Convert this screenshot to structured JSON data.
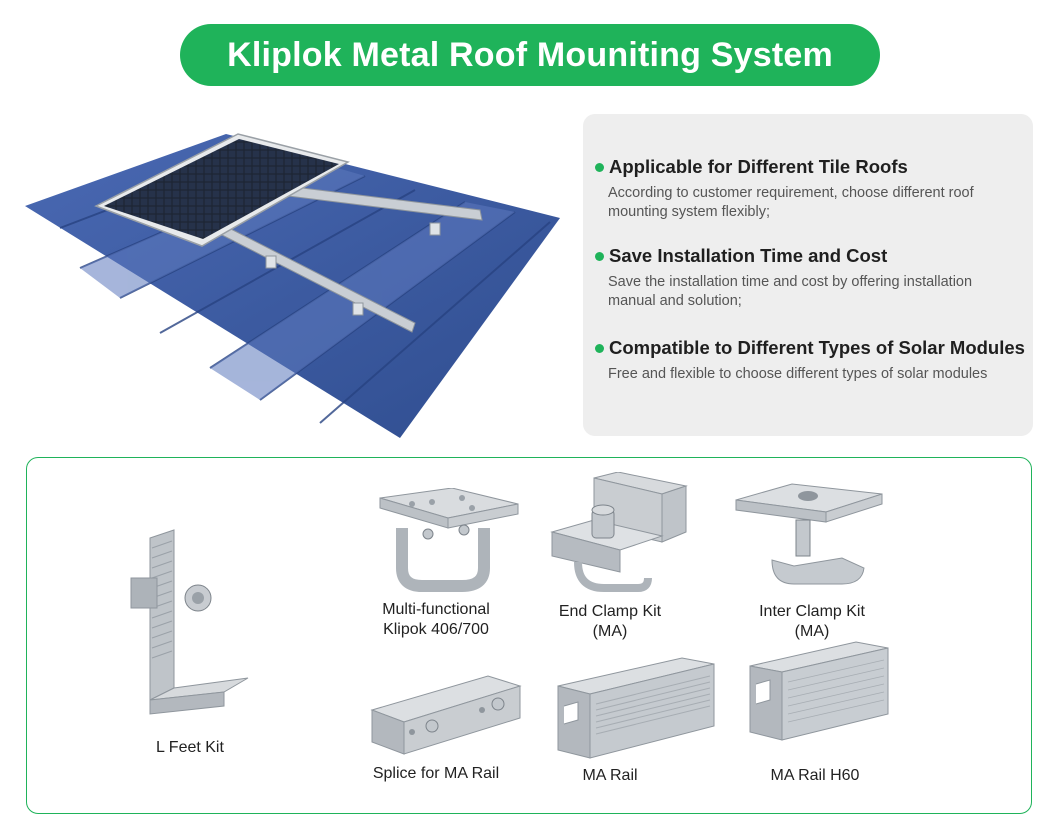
{
  "header": {
    "title": "Kliplok Metal Roof Mouniting System"
  },
  "colors": {
    "brand_green": "#1fb35a",
    "roof_blue": "#3a58a0",
    "panel_black": "#1c2430",
    "aluminum": "#d3d6da"
  },
  "features": [
    {
      "title": "Applicable for Different Tile Roofs",
      "desc": "According to customer requirement, choose different roof mounting system flexibly;"
    },
    {
      "title": "Save Installation Time and Cost",
      "desc": "Save the installation time and cost by offering installation manual and solution;"
    },
    {
      "title": "Compatible to Different Types of Solar Modules",
      "desc": "Free and flexible to choose different types of solar modules"
    }
  ],
  "parts": {
    "l_feet": "L Feet Kit",
    "multi_line1": "Multi-functional",
    "multi_line2": "Klipok 406/700",
    "end_clamp_line1": "End Clamp Kit",
    "end_clamp_line2": "(MA)",
    "inter_clamp_line1": "Inter Clamp Kit",
    "inter_clamp_line2": "(MA)",
    "splice": "Splice for MA Rail",
    "ma_rail": "MA Rail",
    "ma_rail_h60": "MA Rail H60"
  }
}
